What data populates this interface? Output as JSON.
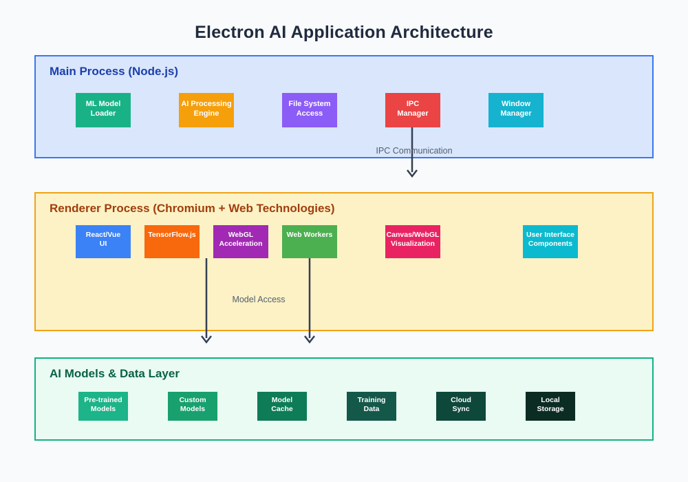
{
  "page": {
    "title": "Electron AI Application Architecture",
    "title_color": "#212b3e",
    "background": "#f8fafc"
  },
  "layers": [
    {
      "title": "Main Process (Node.js)",
      "title_color": "#1c3faa",
      "fill": "#d9e6fc",
      "border": "#3b76f0",
      "nodes": [
        {
          "label": "ML Model\nLoader",
          "color": "#19b286"
        },
        {
          "label": "AI Processing\nEngine",
          "color": "#f59f0b"
        },
        {
          "label": "File System\nAccess",
          "color": "#8b5cf6"
        },
        {
          "label": "IPC\nManager",
          "color": "#ea4444"
        },
        {
          "label": "Window\nManager",
          "color": "#15b3cf"
        }
      ]
    },
    {
      "title": "Renderer Process (Chromium + Web Technologies)",
      "title_color": "#a03e0e",
      "fill": "#fcf2c5",
      "border": "#f0a316",
      "nodes": [
        {
          "label": "React/Vue\nUI",
          "color": "#3b82f6"
        },
        {
          "label": "TensorFlow.js",
          "color": "#f8680c"
        },
        {
          "label": "WebGL\nAcceleration",
          "color": "#a129b3"
        },
        {
          "label": "Web Workers",
          "color": "#4caf50"
        },
        {
          "label": "Canvas/WebGL\nVisualization",
          "color": "#e92363"
        },
        {
          "label": "User Interface\nComponents",
          "color": "#0cbacf"
        }
      ]
    },
    {
      "title": "AI Models & Data Layer",
      "title_color": "#0a6148",
      "fill": "#e9fbf2",
      "border": "#12b183",
      "nodes": [
        {
          "label": "Pre-trained\nModels",
          "color": "#1cb488"
        },
        {
          "label": "Custom\nModels",
          "color": "#18a06e"
        },
        {
          "label": "Model\nCache",
          "color": "#0d7c57"
        },
        {
          "label": "Training\nData",
          "color": "#14584a"
        },
        {
          "label": "Cloud\nSync",
          "color": "#0e483b"
        },
        {
          "label": "Local\nStorage",
          "color": "#0b2c22"
        }
      ]
    }
  ],
  "connections": {
    "stroke": "#343f52",
    "label_color": "#525e6e",
    "ipc_label": "IPC Communication",
    "model_label": "Model Access"
  }
}
